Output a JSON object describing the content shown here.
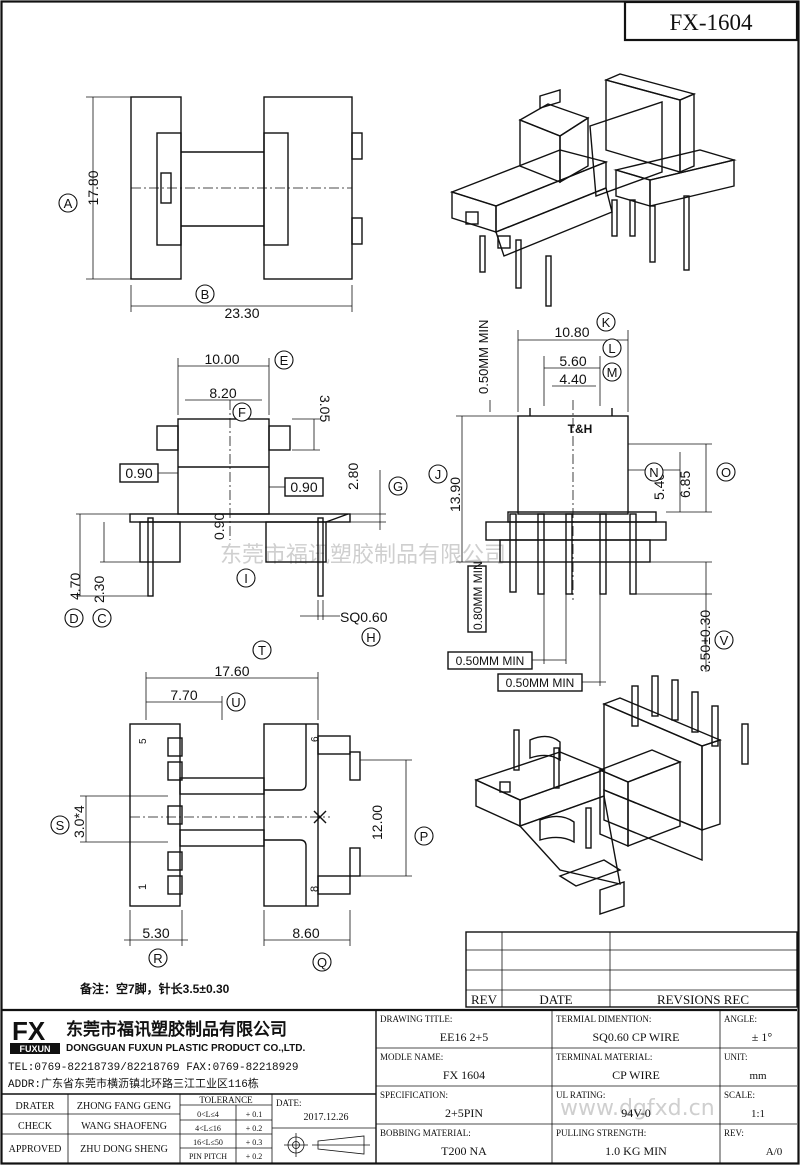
{
  "drawing_number": "FX-1604",
  "watermark_company": "东莞市福讯塑胶制品有限公司",
  "watermark_site": "www.dgfxd.cn",
  "note": "备注：空7脚，针长3.5±0.30",
  "dimensions": {
    "A": "17.80",
    "B": "23.30",
    "E": "10.00",
    "F": "8.20",
    "F_right": "3.05",
    "wall_left": "0.90",
    "wall_right": "0.90",
    "I": "0.90",
    "G": "2.80",
    "D": "4.70",
    "C": "2.30",
    "H": "SQ0.60",
    "K": "10.80",
    "L": "5.60",
    "M": "4.40",
    "J": "13.90",
    "N": "5.40",
    "O": "6.85",
    "min_top": "0.50MM MIN",
    "min_left": "0.80MM MIN",
    "min_b1": "0.50MM MIN",
    "min_b2": "0.50MM MIN",
    "V": "3.50±0.30",
    "T": "17.60",
    "U": "7.70",
    "S": "3.0*4",
    "P": "12.00",
    "R": "5.30",
    "Q": "8.60"
  },
  "letters": [
    "A",
    "B",
    "C",
    "D",
    "E",
    "F",
    "G",
    "H",
    "I",
    "J",
    "K",
    "L",
    "M",
    "N",
    "O",
    "P",
    "Q",
    "R",
    "S",
    "T",
    "U",
    "V"
  ],
  "pin_numbers_left": [
    "5",
    "1"
  ],
  "pin_numbers_right": [
    "6",
    "8"
  ],
  "top_label": "T&H",
  "revision": {
    "headers": [
      "REV",
      "DATE",
      "REVSIONS REC"
    ]
  },
  "company": {
    "logo_text": "FX",
    "logo_sub": "FUXUN",
    "name_cn": "东莞市福讯塑胶制品有限公司",
    "name_en": "DONGGUAN FUXUN PLASTIC PRODUCT CO.,LTD.",
    "tel": "TEL:0769-82218739/82218769 FAX:0769-82218929",
    "addr": "ADDR:广东省东莞市横沥镇北环路三江工业区116栋"
  },
  "title_block": {
    "drawing_title_label": "DRAWING TITLE:",
    "drawing_title": "EE16 2+5",
    "terminal_dim_label": "TERMIAL DIMENTION:",
    "terminal_dim": "SQ0.60 CP WIRE",
    "angle_label": "ANGLE:",
    "angle": "± 1°",
    "model_label": "MODLE NAME:",
    "model": "FX 1604",
    "terminal_mat_label": "TERMINAL MATERIAL:",
    "terminal_mat": "CP WIRE",
    "unit_label": "UNIT:",
    "unit": "mm",
    "spec_label": "SPECIFICATION:",
    "spec": "2+5PIN",
    "ul_label": "UL RATING:",
    "ul": "94V-0",
    "scale_label": "SCALE:",
    "scale": "1:1",
    "bobbin_label": "BOBBING MATERIAL:",
    "bobbin": "T200 NA",
    "pulling_label": "PULLING STRENGTH:",
    "pulling": "1.0 KG MIN",
    "rev_label": "REV:",
    "rev": "A/0"
  },
  "sign": {
    "drater_label": "DRATER",
    "drater": "ZHONG FANG GENG",
    "check_label": "CHECK",
    "check": "WANG SHAOFENG",
    "approved_label": "APPROVED",
    "approved": "ZHU DONG SHENG",
    "tolerance_label": "TOLERANCE",
    "tol": [
      "0<L≤4",
      "+ 0.1",
      "4<L≤16",
      "+ 0.2",
      "16<L≤50",
      "+ 0.3",
      "PIN PITCH",
      "+ 0.2"
    ],
    "date_label": "DATE:",
    "date": "2017.12.26"
  }
}
